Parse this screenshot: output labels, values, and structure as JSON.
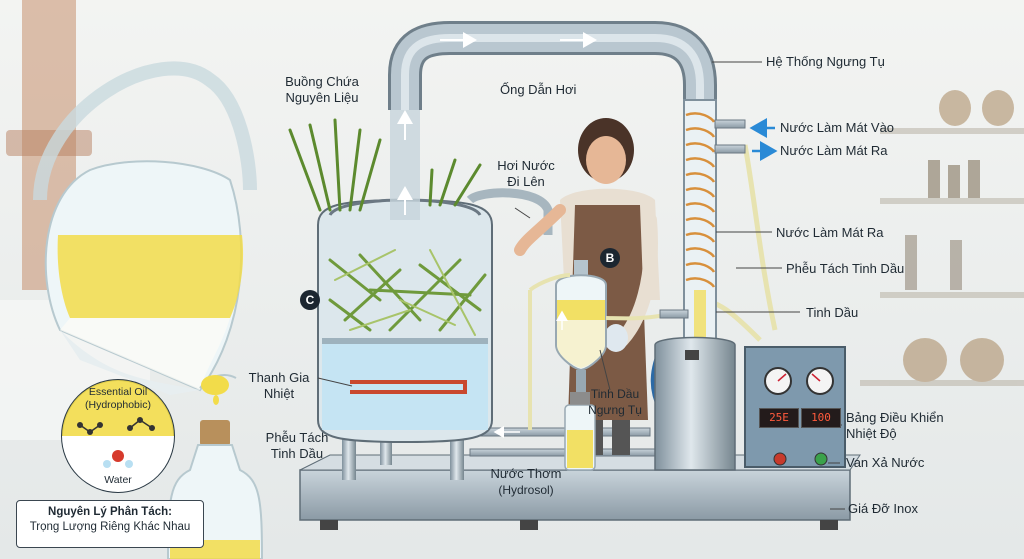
{
  "labels": {
    "material_chamber": [
      "Buồng Chứa",
      "Nguyên Liệu"
    ],
    "vapor_pipe": "Ống Dẫn Hơi",
    "condensing_system": "Hệ Thống Ngưng Tụ",
    "cooling_water_in": "Nước Làm Mát Vào",
    "cooling_water_out_top": "Nước Làm Mát Ra",
    "rising_steam": [
      "Hơi Nước",
      "Đi Lên"
    ],
    "cooling_water_out": "Nước Làm Mát Ra",
    "separator_funnel_right": "Phễu Tách Tinh Dầu",
    "essential_oil": "Tinh Dầu",
    "heating_bar": [
      "Thanh Gia",
      "Nhiệt"
    ],
    "condensed_oil": [
      "Tinh Dầu",
      "Ngưng Tụ"
    ],
    "control_panel": [
      "Bảng Điều Khiển",
      "Nhiệt Độ"
    ],
    "separator_funnel_left": [
      "Phễu Tách",
      "Tinh Dầu"
    ],
    "drain_valve": "Van Xả Nước",
    "hydrosol": [
      "Nước Thơm",
      "(Hydrosol)"
    ],
    "stainless_stand": "Giá Đỡ Inox"
  },
  "inset": {
    "essential_oil": [
      "Essential Oil",
      "(Hydrophobic)"
    ],
    "water": "Water"
  },
  "principle": {
    "title": "Nguyên Lý Phân Tách:",
    "text": "Trọng Lượng Riêng Khác Nhau"
  },
  "markers": {
    "b": "B",
    "c": "C"
  },
  "displays": {
    "d1": "25E",
    "d2": "100"
  },
  "colors": {
    "steel": "#9fb0bd",
    "oil": "#f2dc4a",
    "water": "#bfe3f5",
    "herb": "#6f9a3c",
    "panel": "#7e99ad",
    "arrow_blue": "#2a8ad6"
  }
}
